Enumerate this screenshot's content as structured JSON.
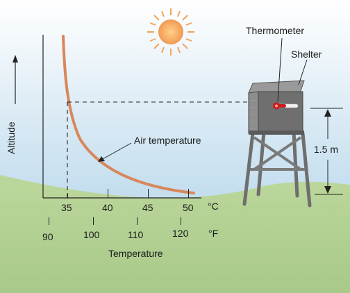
{
  "labels": {
    "thermometer": "Thermometer",
    "shelter": "Shelter",
    "height": "1.5 m",
    "curve": "Air temperature",
    "y_axis": "Altitude",
    "x_axis": "Temperature",
    "unit_c": "°C",
    "unit_f": "°F"
  },
  "celsius_ticks": [
    "35",
    "40",
    "45",
    "50"
  ],
  "fahrenheit_ticks": [
    "90",
    "100",
    "110",
    "120"
  ],
  "colors": {
    "sky": "#a9cde6",
    "ground": "#b9d49a",
    "curve": "#d8875a",
    "sun": "#f4a35c",
    "shelter": "#7d7d7d",
    "thermometer": "#c81e1e"
  },
  "icons": [
    "sun-icon",
    "thermometer-icon",
    "shelter-icon"
  ]
}
